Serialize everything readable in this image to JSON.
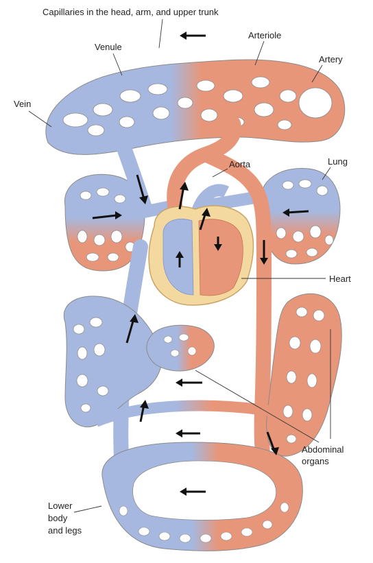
{
  "colors": {
    "venous": "#a6b8df",
    "venous_dark": "#7f95c7",
    "arterial": "#e8967a",
    "arterial_dark": "#c9714f",
    "heart": "#f3d9a0",
    "heart_outline": "#c9a366",
    "arrow": "#111111",
    "text": "#222222"
  },
  "labels": {
    "capillaries_upper": "Capillaries in the head, arm, and upper trunk",
    "venule": "Venule",
    "arteriole": "Arteriole",
    "artery": "Artery",
    "vein": "Vein",
    "aorta": "Aorta",
    "lung": "Lung",
    "heart": "Heart",
    "abdominal_1": "Abdominal",
    "abdominal_2": "organs",
    "lower_1": "Lower",
    "lower_2": "body",
    "lower_3": "and legs"
  }
}
